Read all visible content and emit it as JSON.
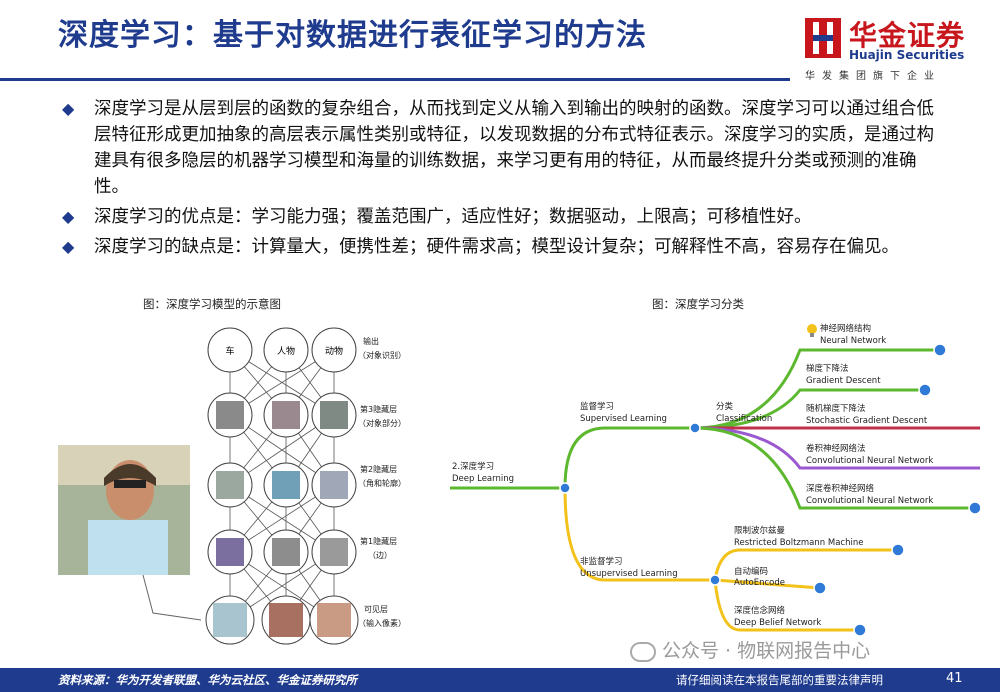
{
  "title": "深度学习：基于对数据进行表征学习的方法",
  "logo": {
    "cn": "华金证券",
    "en": "Huajin Securities",
    "sub": "华发集团旗下企业"
  },
  "bullets": [
    "深度学习是从层到层的函数的复杂组合，从而找到定义从输入到输出的映射的函数。深度学习可以通过组合低层特征形成更加抽象的高层表示属性类别或特征，以发现数据的分布式特征表示。深度学习的实质，是通过构建具有很多隐层的机器学习模型和海量的训练数据，来学习更有用的特征，从而最终提升分类或预测的准确性。",
    "深度学习的优点是：学习能力强；覆盖范围广，适应性好；数据驱动，上限高；可移植性好。",
    "深度学习的缺点是：计算量大，便携性差；硬件需求高；模型设计复杂；可解释性不高，容易存在偏见。"
  ],
  "figure1": {
    "caption": "图：深度学习模型的示意图",
    "outputs": [
      "车",
      "人物",
      "动物"
    ],
    "layers": [
      {
        "name": "输出",
        "sub": "（对象识别）"
      },
      {
        "name": "第3隐藏层",
        "sub": "（对象部分）"
      },
      {
        "name": "第2隐藏层",
        "sub": "（角和轮廓）"
      },
      {
        "name": "第1隐藏层",
        "sub": "（边）"
      },
      {
        "name": "可见层",
        "sub": "（输入像素）"
      }
    ]
  },
  "figure2": {
    "caption": "图：深度学习分类",
    "root": {
      "cn": "2.深度学习",
      "en": "Deep Learning"
    },
    "supervised": {
      "cn": "监督学习",
      "en": "Supervised Learning"
    },
    "classification": {
      "cn": "分类",
      "en": "Classification"
    },
    "unsupervised": {
      "cn": "非监督学习",
      "en": "Unsupervised Learning"
    },
    "sup_leaves": [
      {
        "cn": "神经网络结构",
        "en": "Neural Network"
      },
      {
        "cn": "梯度下降法",
        "en": "Gradient Descent"
      },
      {
        "cn": "随机梯度下降法",
        "en": "Stochastic Gradient Descent"
      },
      {
        "cn": "卷积神经网络法",
        "en": "Convolutional Neural Network"
      },
      {
        "cn": "深度卷积神经网络",
        "en": "Convolutional Neural Network"
      }
    ],
    "unsup_leaves": [
      {
        "cn": "限制波尔兹曼",
        "en": "Restricted Boltzmann Machine"
      },
      {
        "cn": "自动编码",
        "en": "AutoEncode"
      },
      {
        "cn": "深度信念网络",
        "en": "Deep Belief Network"
      }
    ]
  },
  "watermark": "公众号 · 物联网报告中心",
  "footer": {
    "source": "资料来源：华为开发者联盟、华为云社区、华金证券研究所",
    "note": "请仔细阅读在本报告尾部的重要法律声明",
    "page": "41"
  },
  "colors": {
    "brand_blue": "#1f3b8e",
    "brand_red": "#c8161d",
    "green": "#5cb82e",
    "yellow": "#f2c21b",
    "red_branch": "#c0304a",
    "purple": "#9b59d0"
  }
}
